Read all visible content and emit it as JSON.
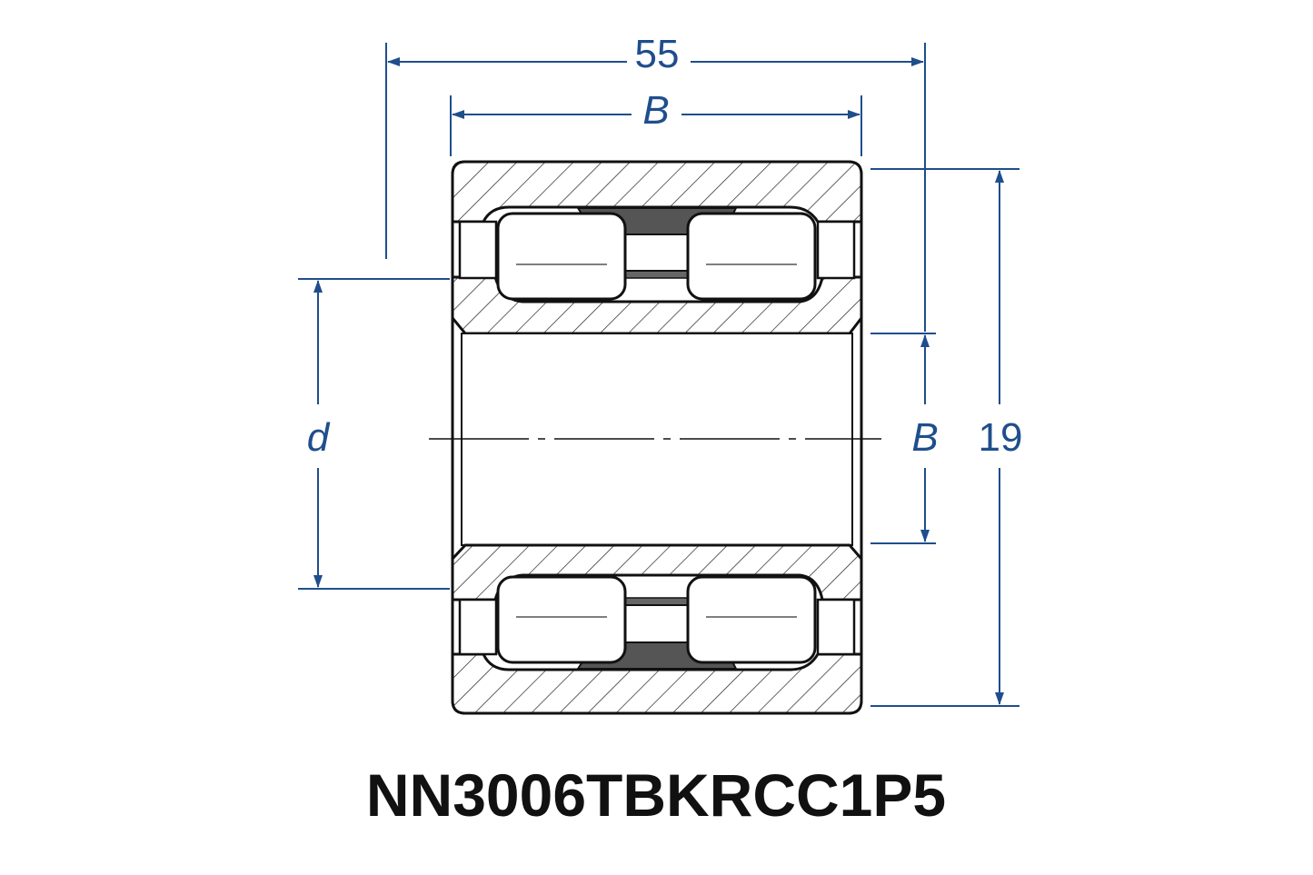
{
  "title": "NN3006TBKRCC1P5",
  "dimensions": {
    "overall_width": "55",
    "top_width": "B",
    "bore": "d",
    "right_width": "B",
    "height": "19"
  },
  "colors": {
    "dimension": "#1f4e8c",
    "outline": "#111111",
    "cage": "#555555"
  }
}
